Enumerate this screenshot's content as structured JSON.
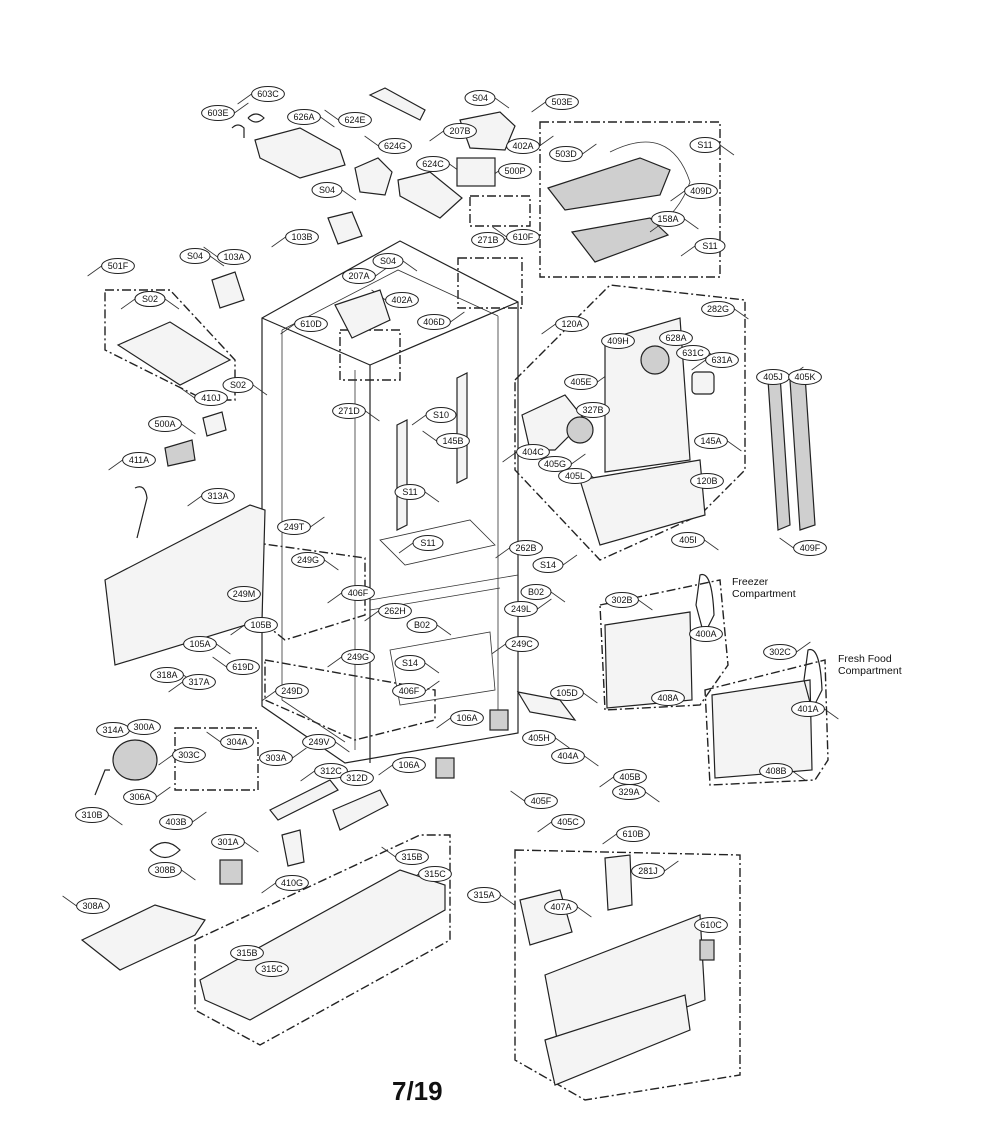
{
  "page_number": "7/19",
  "captions": {
    "freezer": [
      "Freezer",
      "Compartment"
    ],
    "fresh_food": [
      "Fresh Food",
      "Compartment"
    ]
  },
  "labels": [
    {
      "text": "603E"
    },
    {
      "text": "603C"
    },
    {
      "text": "626A"
    },
    {
      "text": "624E"
    },
    {
      "text": "S04"
    },
    {
      "text": "207B"
    },
    {
      "text": "402A"
    },
    {
      "text": "503E"
    },
    {
      "text": "S11"
    },
    {
      "text": "624G"
    },
    {
      "text": "624C"
    },
    {
      "text": "500P"
    },
    {
      "text": "503D"
    },
    {
      "text": "409D"
    },
    {
      "text": "S04"
    },
    {
      "text": "610F"
    },
    {
      "text": "158A"
    },
    {
      "text": "103B"
    },
    {
      "text": "271B"
    },
    {
      "text": "S11"
    },
    {
      "text": "S04"
    },
    {
      "text": "103A"
    },
    {
      "text": "S04"
    },
    {
      "text": "501F"
    },
    {
      "text": "207A"
    },
    {
      "text": "S04"
    },
    {
      "text": "S02"
    },
    {
      "text": "402A"
    },
    {
      "text": "282G"
    },
    {
      "text": "610D"
    },
    {
      "text": "406D"
    },
    {
      "text": "120A"
    },
    {
      "text": "409H"
    },
    {
      "text": "628A"
    },
    {
      "text": "631C"
    },
    {
      "text": "631A"
    },
    {
      "text": "405J"
    },
    {
      "text": "405K"
    },
    {
      "text": "S02"
    },
    {
      "text": "410J"
    },
    {
      "text": "271D"
    },
    {
      "text": "S10"
    },
    {
      "text": "405E"
    },
    {
      "text": "327B"
    },
    {
      "text": "500A"
    },
    {
      "text": "145B"
    },
    {
      "text": "145A"
    },
    {
      "text": "404C"
    },
    {
      "text": "405G"
    },
    {
      "text": "411A"
    },
    {
      "text": "405L"
    },
    {
      "text": "120B"
    },
    {
      "text": "S11"
    },
    {
      "text": "313A"
    },
    {
      "text": "249T"
    },
    {
      "text": "S11"
    },
    {
      "text": "405I"
    },
    {
      "text": "409F"
    },
    {
      "text": "249G"
    },
    {
      "text": "262B"
    },
    {
      "text": "S14"
    },
    {
      "text": "406F"
    },
    {
      "text": "B02"
    },
    {
      "text": "249M"
    },
    {
      "text": "302B"
    },
    {
      "text": "262H"
    },
    {
      "text": "249L"
    },
    {
      "text": "105B"
    },
    {
      "text": "B02"
    },
    {
      "text": "400A"
    },
    {
      "text": "105A"
    },
    {
      "text": "249C"
    },
    {
      "text": "302C"
    },
    {
      "text": "249G"
    },
    {
      "text": "S14"
    },
    {
      "text": "619D"
    },
    {
      "text": "318A"
    },
    {
      "text": "317A"
    },
    {
      "text": "406F"
    },
    {
      "text": "249D"
    },
    {
      "text": "105D"
    },
    {
      "text": "408A"
    },
    {
      "text": "401A"
    },
    {
      "text": "106A"
    },
    {
      "text": "314A"
    },
    {
      "text": "300A"
    },
    {
      "text": "249V"
    },
    {
      "text": "304A"
    },
    {
      "text": "405H"
    },
    {
      "text": "303C"
    },
    {
      "text": "303A"
    },
    {
      "text": "312C"
    },
    {
      "text": "404A"
    },
    {
      "text": "312D"
    },
    {
      "text": "408B"
    },
    {
      "text": "106A"
    },
    {
      "text": "306A"
    },
    {
      "text": "405B"
    },
    {
      "text": "329A"
    },
    {
      "text": "405F"
    },
    {
      "text": "310B"
    },
    {
      "text": "405C"
    },
    {
      "text": "403B"
    },
    {
      "text": "610B"
    },
    {
      "text": "301A"
    },
    {
      "text": "315B"
    },
    {
      "text": "308B"
    },
    {
      "text": "315C"
    },
    {
      "text": "281J"
    },
    {
      "text": "410G"
    },
    {
      "text": "315A"
    },
    {
      "text": "308A"
    },
    {
      "text": "407A"
    },
    {
      "text": "610C"
    },
    {
      "text": "315B"
    },
    {
      "text": "315C"
    }
  ]
}
